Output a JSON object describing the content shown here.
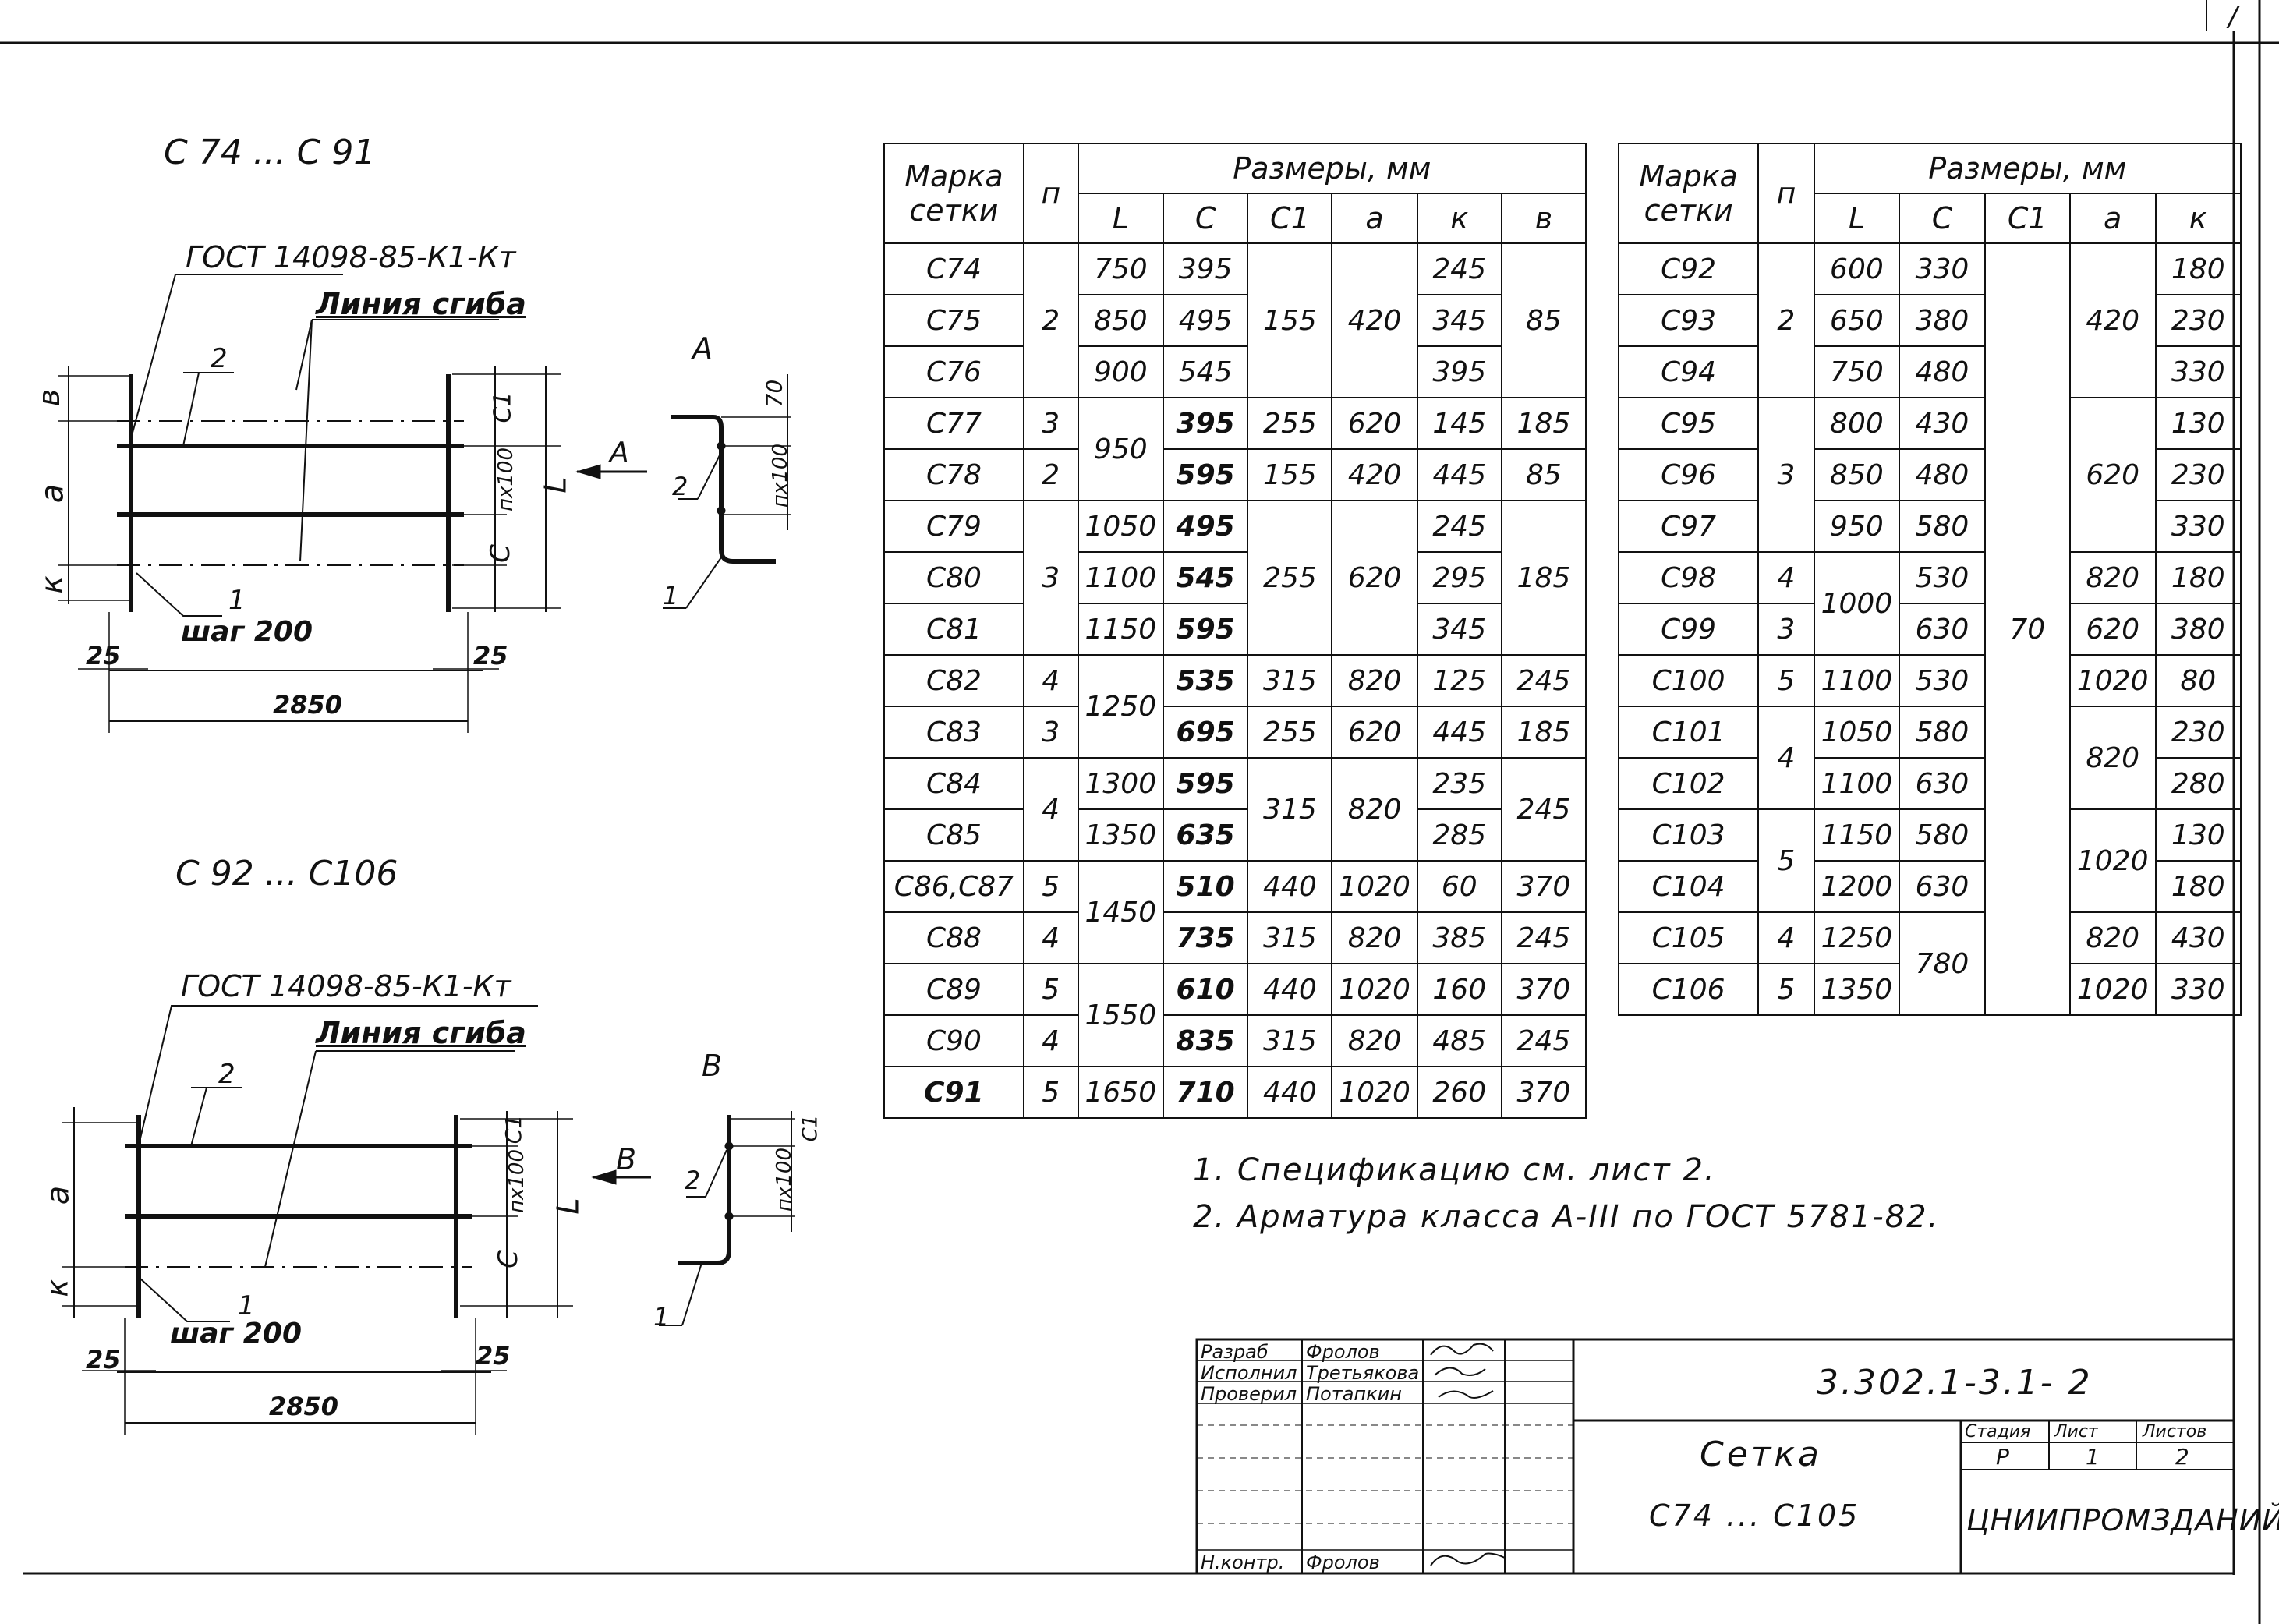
{
  "drawing1": {
    "title": "С 74 ... С 91",
    "gost": "ГОСТ 14098-85-К1-Кт",
    "fold_line": "Линия сгиба",
    "pos2": "2",
    "pos1": "1",
    "step": "шаг 200",
    "dim_in": "в",
    "dim_a": "а",
    "dim_k": "к",
    "dim_c1": "С1",
    "dim_nx100": "пх100",
    "dim_L": "L",
    "dim_c": "С",
    "dim_25_left": "25",
    "dim_25_right": "25",
    "dim_2850": "2850",
    "view_label": "А",
    "view_arrow": "А",
    "side_70": "70",
    "side_nx100": "пх100",
    "side_pos2": "2",
    "side_pos1": "1"
  },
  "drawing2": {
    "title": "С 92 ... С106",
    "gost": "ГОСТ 14098-85-К1-Кт",
    "fold_line": "Линия сгиба",
    "pos2": "2",
    "pos1": "1",
    "step": "шаг 200",
    "dim_a": "а",
    "dim_k": "к",
    "dim_c1": "С1",
    "dim_nx100": "пх100",
    "dim_L": "L",
    "dim_c": "С",
    "dim_25_left": "25",
    "dim_25_right": "25",
    "dim_2850": "2850",
    "view_label": "В",
    "view_arrow": "В",
    "side_nx100": "пх100",
    "side_c1": "С1",
    "side_pos2": "2",
    "side_pos1": "1"
  },
  "table1": {
    "h_mark": "Марка сетки",
    "h_n": "п",
    "h_sizes": "Размеры, мм",
    "h_L": "L",
    "h_C": "С",
    "h_C1": "С1",
    "h_a": "а",
    "h_k": "к",
    "h_b": "в",
    "rows": [
      [
        "С74",
        "",
        "750",
        "395",
        "",
        "",
        "245",
        ""
      ],
      [
        "С75",
        "2",
        "850",
        "495",
        "155",
        "420",
        "345",
        "85"
      ],
      [
        "С76",
        "",
        "900",
        "545",
        "",
        "",
        "395",
        ""
      ],
      [
        "С77",
        "3",
        "",
        "395",
        "255",
        "620",
        "145",
        "185"
      ],
      [
        "С78",
        "2",
        "950",
        "595",
        "155",
        "420",
        "445",
        "85"
      ],
      [
        "С79",
        "",
        "1050",
        "495",
        "",
        "",
        "245",
        ""
      ],
      [
        "С80",
        "3",
        "1100",
        "545",
        "255",
        "620",
        "295",
        "185"
      ],
      [
        "С81",
        "",
        "1150",
        "595",
        "",
        "",
        "345",
        ""
      ],
      [
        "С82",
        "4",
        "1250",
        "535",
        "315",
        "820",
        "125",
        "245"
      ],
      [
        "С83",
        "3",
        "",
        "695",
        "255",
        "620",
        "445",
        "185"
      ],
      [
        "С84",
        "4",
        "1300",
        "595",
        "315",
        "820",
        "235",
        "245"
      ],
      [
        "С85",
        "",
        "1350",
        "635",
        "",
        "",
        "285",
        ""
      ],
      [
        "С86,С87",
        "5",
        "1450",
        "510",
        "440",
        "1020",
        "60",
        "370"
      ],
      [
        "С88",
        "4",
        "",
        "735",
        "315",
        "820",
        "385",
        "245"
      ],
      [
        "С89",
        "5",
        "1550",
        "610",
        "440",
        "1020",
        "160",
        "370"
      ],
      [
        "С90",
        "4",
        "",
        "835",
        "315",
        "820",
        "485",
        "245"
      ],
      [
        "С91",
        "5",
        "1650",
        "710",
        "440",
        "1020",
        "260",
        "370"
      ]
    ]
  },
  "table2": {
    "h_mark": "Марка сетки",
    "h_n": "п",
    "h_sizes": "Размеры, мм",
    "h_L": "L",
    "h_C": "С",
    "h_C1": "С1",
    "h_a": "а",
    "h_k": "к",
    "rows": [
      [
        "С92",
        "",
        "600",
        "330",
        "",
        "",
        "180"
      ],
      [
        "С93",
        "2",
        "650",
        "380",
        "",
        "420",
        "230"
      ],
      [
        "С94",
        "",
        "750",
        "480",
        "",
        "",
        "330"
      ],
      [
        "С95",
        "",
        "800",
        "430",
        "",
        "",
        "130"
      ],
      [
        "С96",
        "3",
        "850",
        "480",
        "",
        "620",
        "230"
      ],
      [
        "С97",
        "",
        "950",
        "580",
        "",
        "",
        "330"
      ],
      [
        "С98",
        "4",
        "1000",
        "530",
        "70",
        "820",
        "180"
      ],
      [
        "С99",
        "3",
        "",
        "630",
        "",
        "620",
        "380"
      ],
      [
        "С100",
        "5",
        "1100",
        "530",
        "",
        "1020",
        "80"
      ],
      [
        "С101",
        "4",
        "1050",
        "580",
        "",
        "820",
        "230"
      ],
      [
        "С102",
        "",
        "1100",
        "630",
        "",
        "",
        "280"
      ],
      [
        "С103",
        "5",
        "1150",
        "580",
        "",
        "1020",
        "130"
      ],
      [
        "С104",
        "",
        "1200",
        "630",
        "",
        "",
        "180"
      ],
      [
        "С105",
        "4",
        "1250",
        "780",
        "",
        "820",
        "430"
      ],
      [
        "С106",
        "5",
        "1350",
        "",
        "",
        "1020",
        "330"
      ]
    ]
  },
  "notes": [
    "1.  Спецификацию  см.  лист 2.",
    "2.  Арматура  класса  А-III  по  ГОСТ  5781-82."
  ],
  "title_block": {
    "r1_role": "Разраб",
    "r1_name": "Фролов",
    "r2_role": "Исполнил",
    "r2_name": "Третьякова",
    "r3_role": "Проверил",
    "r3_name": "Потапкин",
    "r4_role": "Н.контр.",
    "r4_name": "Фролов",
    "doc_code": "3.302.1-3.1- 2",
    "item_name": "Сетка",
    "item_range": "С74 ... С105",
    "stage_label": "Стадия",
    "sheet_label": "Лист",
    "sheets_label": "Листов",
    "stage": "Р",
    "sheet": "1",
    "sheets": "2",
    "org": "ЦНИИПРОМЗДАНИЙ"
  },
  "corner_mark": "/"
}
